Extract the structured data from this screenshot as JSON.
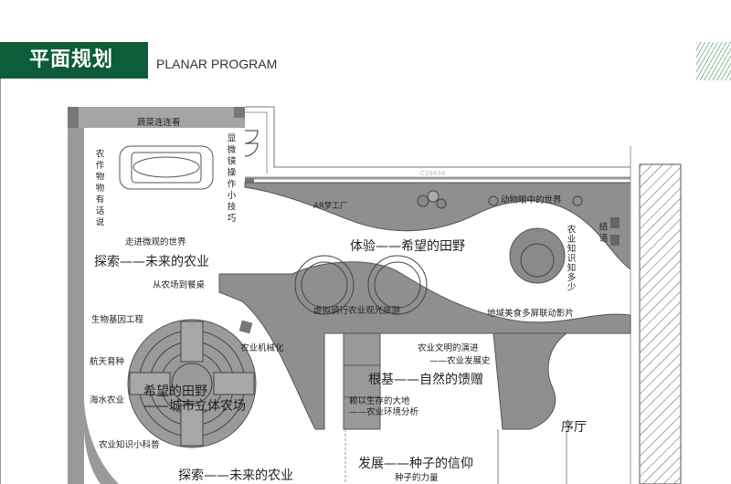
{
  "header": {
    "title": "平面规划",
    "subtitle": "PLANAR PROGRAM",
    "accent_color": "#0d5c3a"
  },
  "plan": {
    "dimension_note": "C19434",
    "labels": {
      "vegetables": "蔬菜连连看",
      "crops_talk": "农作物物有话说",
      "microscope": "显微镜操作小技巧",
      "micro_world": "走进微观的世界",
      "explore_future": "探索——未来的农业",
      "farm_to_table": "从农场到餐桌",
      "ar_factory": "AR梦工厂",
      "animal_eyes": "动物眼中的世界",
      "experience_fields": "体验——希望的田野",
      "agri_knowledge": "农业知识知多少",
      "epilogue": "结语",
      "virtual_ride": "虚拟骑行农业观光旅游",
      "regional_food": "地域美食多屏联动影片",
      "bio_gene": "生物基因工程",
      "mechanization": "农业机械化",
      "space_breeding": "航天育种",
      "civilization": "农业文明的演进",
      "history": "——农业发展史",
      "foundation": "根基——自然的馈赠",
      "hope_fields": "希望的田野",
      "vertical_farm": "——城市立体农场",
      "seawater": "海水农业",
      "science": "农业知识小科普",
      "earth": "赖以生存的大地",
      "environment": "——农业环境分析",
      "lobby": "序厅",
      "development": "发展——种子的信仰",
      "explore_future_2": "探索——未来的农业",
      "seed_power": "种子的力量"
    }
  }
}
